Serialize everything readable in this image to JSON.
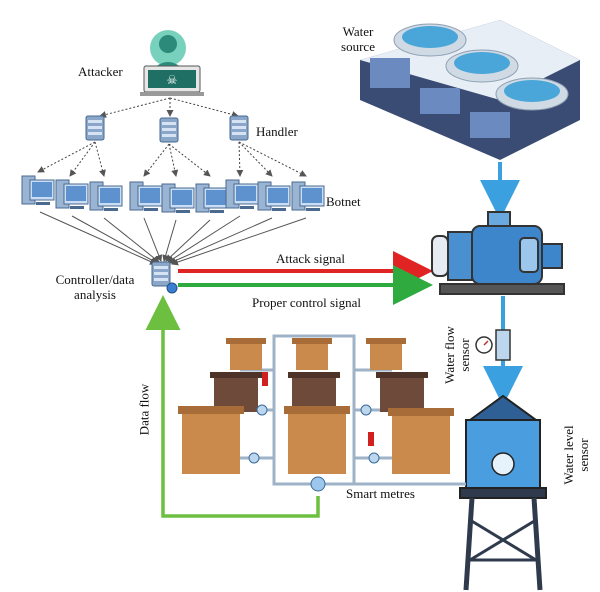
{
  "labels": {
    "attacker": "Attacker",
    "handler": "Handler",
    "botnet": "Botnet",
    "controller": "Controller/data analysis",
    "attack_signal": "Attack signal",
    "proper_control_signal": "Proper control signal",
    "water_source": "Water source",
    "water_flow_sensor": "Water flow sensor",
    "water_level_sensor": "Water level sensor",
    "data_flow": "Data flow",
    "smart_metres": "Smart metres"
  },
  "colors": {
    "attack_arrow": "#e02424",
    "control_arrow": "#2eaa3f",
    "data_flow_arrow": "#6cbf3f",
    "water_pipe": "#3aa0e0",
    "house_light": "#c98a4c",
    "house_dark": "#6e4a3a",
    "pipe_grid": "#9fb3c8"
  }
}
